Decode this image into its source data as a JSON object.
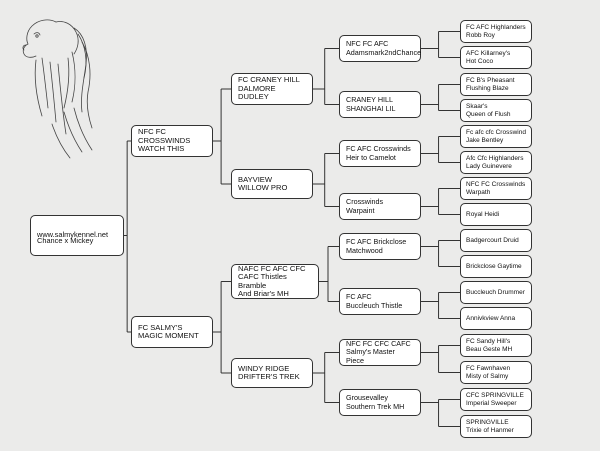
{
  "pedigree": {
    "subject": {
      "website": "www.salmykennel.net",
      "breeding": "Chance x Mickey"
    },
    "sire": {
      "name": "NFC FC\nCROSSWINDS\nWATCH THIS",
      "sire": {
        "name": "FC CRANEY HILL\nDALMORE DUDLEY",
        "sire": {
          "name": "NFC FC AFC\nAdamsmark2ndChance",
          "sire": {
            "name": "FC AFC Highlanders\nRobb Roy"
          },
          "dam": {
            "name": "AFC Killarney's\nHot Coco"
          }
        },
        "dam": {
          "name": "CRANEY HILL\nSHANGHAI LIL",
          "sire": {
            "name": "FC B's Pheasant\nFlushing Blaze"
          },
          "dam": {
            "name": "Skaar's\nQueen of Flush"
          }
        }
      },
      "dam": {
        "name": "BAYVIEW\nWILLOW PRO",
        "sire": {
          "name": "FC AFC Crosswinds\nHeir to Camelot",
          "sire": {
            "name": "Fc afc cfc Crosswind\nJake Bentley"
          },
          "dam": {
            "name": "Afc Cfc Highlanders\nLady Guinevere"
          }
        },
        "dam": {
          "name": "Crosswinds\nWarpaint",
          "sire": {
            "name": "NFC FC Crosswinds\nWarpath"
          },
          "dam": {
            "name": "Royal Heidi"
          }
        }
      }
    },
    "dam": {
      "name": "FC SALMY'S\nMAGIC MOMENT",
      "sire": {
        "name": "NAFC FC AFC CFC\nCAFC Thistles Bramble\nAnd Briar's MH",
        "sire": {
          "name": "FC AFC Brickclose\nMatchwood",
          "sire": {
            "name": "Badgercourt Druid"
          },
          "dam": {
            "name": "Brickclose Gaytime"
          }
        },
        "dam": {
          "name": "FC AFC\nBuccleuch Thistle",
          "sire": {
            "name": "Buccleuch Drummer"
          },
          "dam": {
            "name": "Annivkview Anna"
          }
        }
      },
      "dam": {
        "name": "WINDY RIDGE\nDRIFTER'S TREK",
        "sire": {
          "name": "NFC FC CFC CAFC\nSalmy's Master Piece",
          "sire": {
            "name": "FC Sandy Hill's\nBeau Geste MH"
          },
          "dam": {
            "name": "FC Fawnhaven\nMisty of Salmy"
          }
        },
        "dam": {
          "name": "Grousevalley\nSouthern Trek MH",
          "sire": {
            "name": "CFC SPRINGVILLE\nImperial Sweeper"
          },
          "dam": {
            "name": "SPRINGVILLE\nTrixie of Hanmer"
          }
        }
      }
    }
  },
  "colors": {
    "background": "#ebebea",
    "box_fill": "#ffffff",
    "box_border": "#333333",
    "connector": "#333333"
  },
  "icons": {
    "corner_art": "spaniel-head-sketch-icon"
  }
}
